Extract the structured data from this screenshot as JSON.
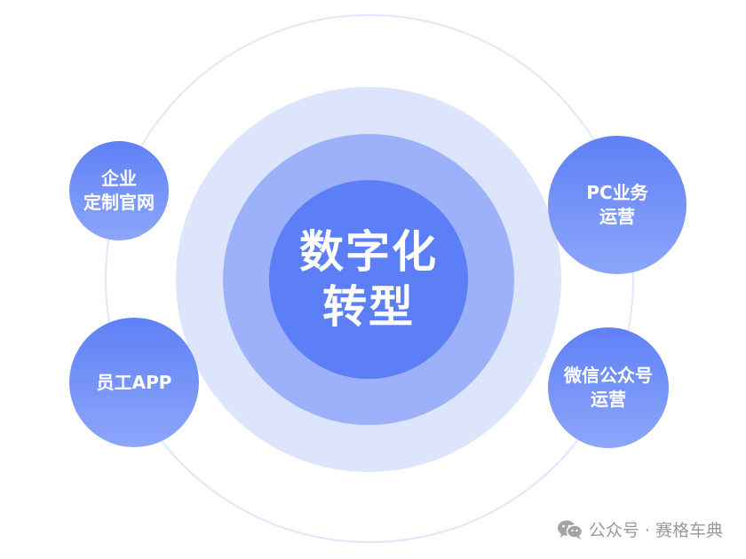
{
  "center": {
    "line1": "数字化",
    "line2": "转型"
  },
  "nodes": {
    "top_left": {
      "line1": "企业",
      "line2": "定制官网"
    },
    "bottom_left": {
      "line1": "员工APP"
    },
    "top_right": {
      "line1": "PC业务",
      "line2": "运营"
    },
    "bottom_right": {
      "line1": "微信公众号",
      "line2": "运营"
    }
  },
  "watermark": {
    "text": "公众号 · 赛格车典",
    "icon": "wechat-icon"
  },
  "colors": {
    "core": "#5c7ef7",
    "halo_inner": "#9cb1fa",
    "halo_outer": "#dde5fd",
    "ring": "#e1e7fb",
    "node_top": "#5f80f7",
    "node_bottom": "#8da6fa"
  }
}
